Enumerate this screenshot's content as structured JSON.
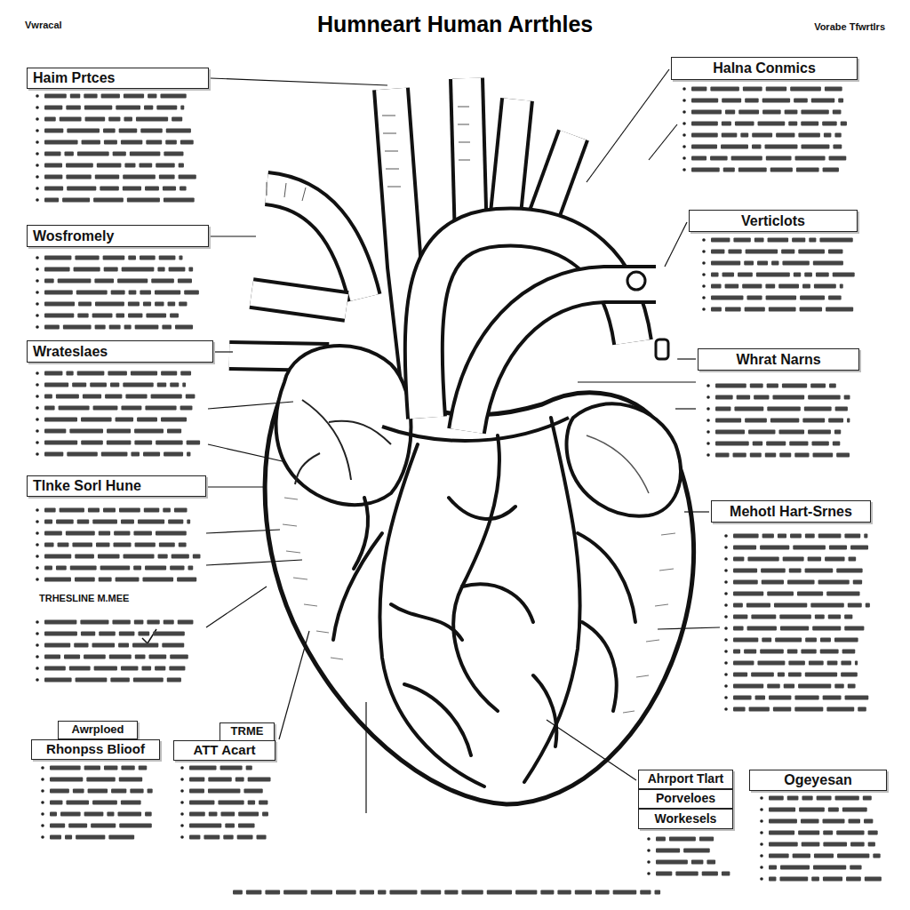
{
  "diagram": {
    "title": "Humneart Human Arrthles",
    "nodes": [
      {
        "text": [
          "Haim Prtces"
        ]
      },
      {
        "text": [
          "Wosfromely"
        ]
      },
      {
        "text": [
          "Wrateslaes"
        ]
      },
      {
        "text": [
          "Tlnke Sorl Hune"
        ]
      },
      {
        "text": [
          "Awrploed"
        ]
      },
      {
        "text": [
          "Rhonpss Blioof"
        ]
      },
      {
        "text": [
          "TRME"
        ]
      },
      {
        "text": [
          "ATT Acart"
        ]
      },
      {
        "text": [
          "Halna Conmics"
        ]
      },
      {
        "text": [
          "Verticlots"
        ]
      },
      {
        "text": [
          "Whrat Narns"
        ]
      },
      {
        "text": [
          "Mehotl Hart-Srnes"
        ]
      },
      {
        "text": [
          "Ahrport Tlart"
        ]
      },
      {
        "text": [
          "Porveloes"
        ]
      },
      {
        "text": [
          "Workesels"
        ]
      },
      {
        "text": [
          "Ogeyesan"
        ]
      }
    ],
    "labels": [
      "Vwracal",
      "Vorabe Tfwrtlrs",
      "TRHESLINE M.MEE"
    ]
  }
}
